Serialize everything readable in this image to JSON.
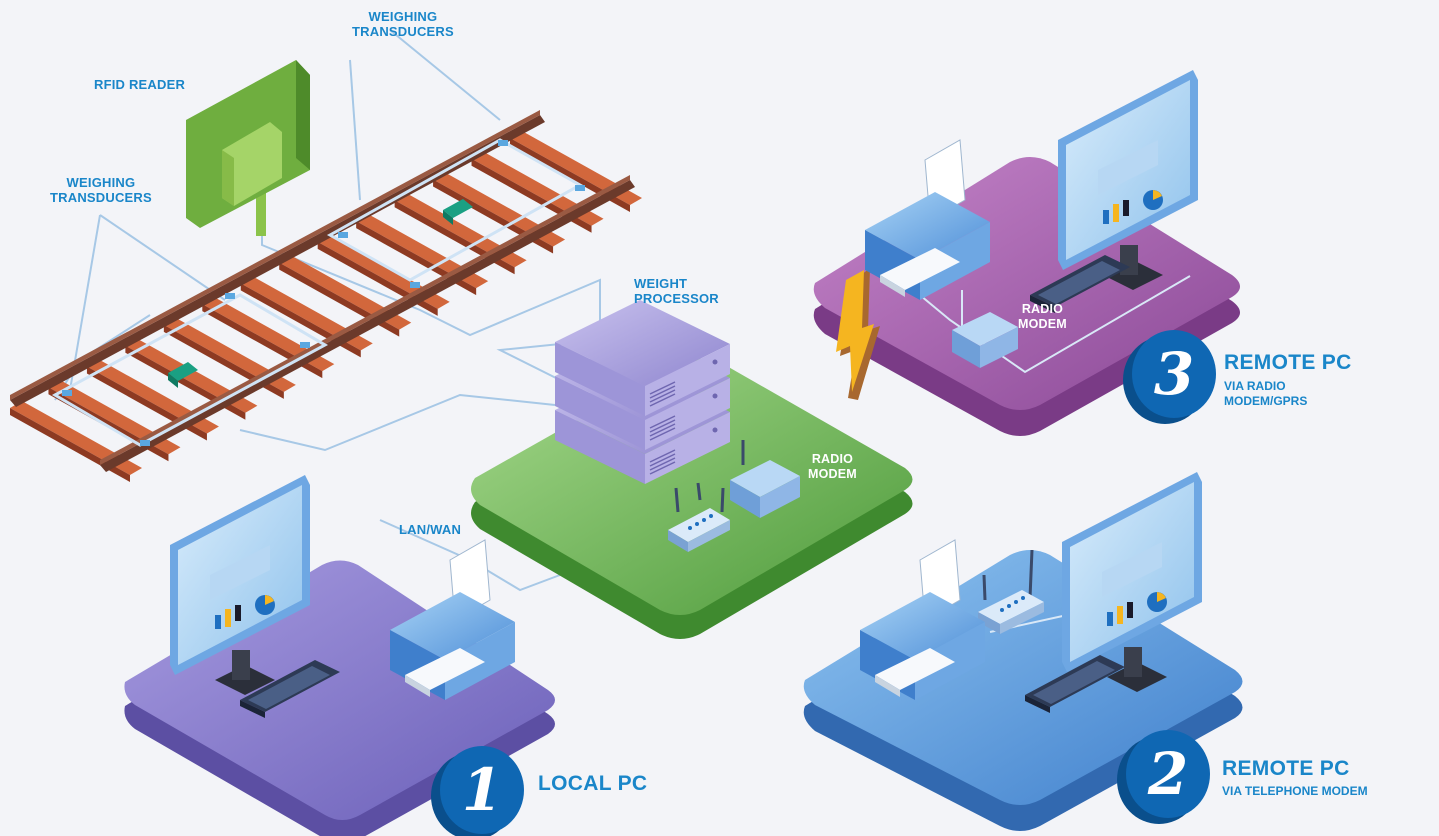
{
  "labels": {
    "rfid_reader": "RFID READER",
    "weighing_transducers_top_line1": "WEIGHING",
    "weighing_transducers_top_line2": "TRANSDUCERS",
    "weighing_transducers_left_line1": "WEIGHING",
    "weighing_transducers_left_line2": "TRANSDUCERS",
    "weight_processor_line1": "WEIGHT",
    "weight_processor_line2": "PROCESSOR",
    "radio_modem_center_line1": "RADIO",
    "radio_modem_center_line2": "MODEM",
    "radio_modem_remote_line1": "RADIO",
    "radio_modem_remote_line2": "MODEM",
    "lan_wan": "LAN/WAN"
  },
  "stations": [
    {
      "number": "1",
      "title": "LOCAL PC",
      "subtitle_line1": "",
      "subtitle_line2": ""
    },
    {
      "number": "2",
      "title": "REMOTE PC",
      "subtitle_line1": "VIA TELEPHONE MODEM",
      "subtitle_line2": ""
    },
    {
      "number": "3",
      "title": "REMOTE PC",
      "subtitle_line1": "VIA RADIO",
      "subtitle_line2": "MODEM/GPRS"
    }
  ],
  "colors": {
    "label_blue": "#1a86c9",
    "badge_blue": "#0f67b3",
    "platform_purple": "#7b6fc4",
    "platform_green": "#6fb953",
    "platform_blue": "#5a97dc",
    "platform_magenta": "#a35fae",
    "rail_brown": "#7e4634",
    "sleeper_orange": "#d2673c",
    "bolt_yellow": "#f5b520"
  }
}
